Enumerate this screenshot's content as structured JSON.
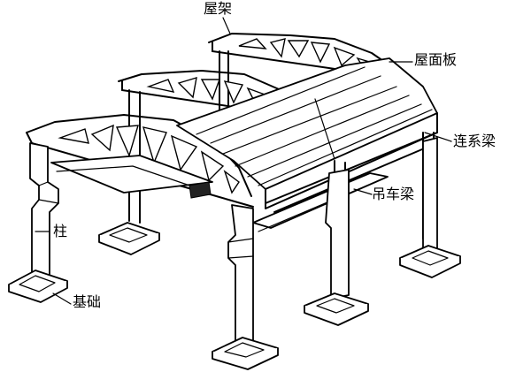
{
  "labels": {
    "roof_truss": "屋架",
    "roof_panel": "屋面板",
    "tie_beam": "连系梁",
    "crane_beam": "吊车梁",
    "column": "柱",
    "foundation": "基础"
  }
}
